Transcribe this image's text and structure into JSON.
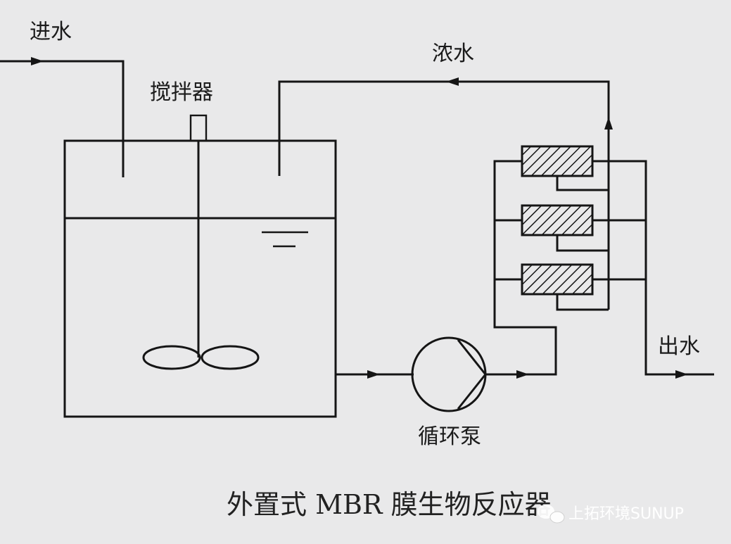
{
  "labels": {
    "inlet": "进水",
    "concentrate": "浓水",
    "mixer": "搅拌器",
    "outlet": "出水",
    "pump": "循环泵"
  },
  "caption": "外置式 MBR 膜生物反应器",
  "watermark": "上拓环境SUNUP",
  "colors": {
    "background": "#e9e9ea",
    "line": "#151515"
  },
  "icons": {
    "watermark": "wechat-icon"
  }
}
